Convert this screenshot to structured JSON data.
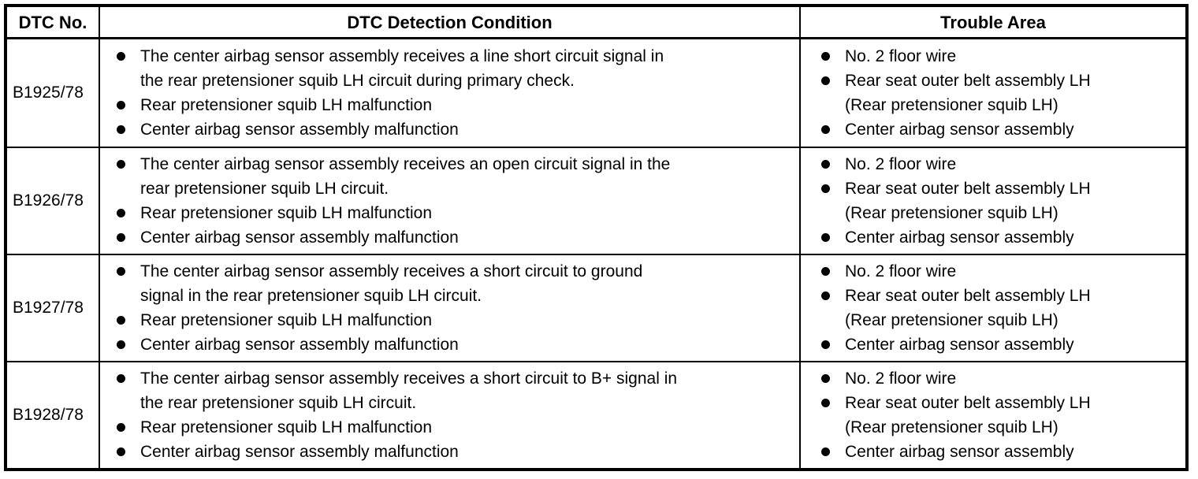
{
  "page": {
    "background": "#ffffff",
    "text_color": "#000000",
    "border_color": "#000000"
  },
  "table": {
    "headers": [
      "DTC No.",
      "DTC Detection Condition",
      "Trouble Area"
    ],
    "rows": [
      {
        "dtc_no": "B1925/78",
        "detection_conditions": [
          "The center airbag sensor assembly receives a line short circuit signal in\nthe rear pretensioner squib LH circuit during primary check.",
          "Rear pretensioner squib LH malfunction",
          "Center airbag sensor assembly malfunction"
        ],
        "trouble_areas": [
          "No. 2 floor wire",
          "Rear seat outer belt assembly LH\n(Rear pretensioner squib LH)",
          "Center airbag sensor assembly"
        ]
      },
      {
        "dtc_no": "B1926/78",
        "detection_conditions": [
          "The center airbag sensor assembly receives an open circuit signal in the\nrear pretensioner squib LH circuit.",
          "Rear pretensioner squib LH malfunction",
          "Center airbag sensor assembly malfunction"
        ],
        "trouble_areas": [
          "No. 2 floor wire",
          "Rear seat outer belt assembly LH\n(Rear pretensioner squib LH)",
          "Center airbag sensor assembly"
        ]
      },
      {
        "dtc_no": "B1927/78",
        "detection_conditions": [
          "The center airbag sensor assembly receives a short circuit to ground\nsignal in the rear pretensioner squib LH circuit.",
          "Rear pretensioner squib LH malfunction",
          "Center airbag sensor assembly malfunction"
        ],
        "trouble_areas": [
          "No. 2 floor wire",
          "Rear seat outer belt assembly LH\n(Rear pretensioner squib LH)",
          "Center airbag sensor assembly"
        ]
      },
      {
        "dtc_no": "B1928/78",
        "detection_conditions": [
          "The center airbag sensor assembly receives a short circuit to B+ signal in\nthe rear pretensioner squib LH circuit.",
          "Rear pretensioner squib LH malfunction",
          "Center airbag sensor assembly malfunction"
        ],
        "trouble_areas": [
          "No. 2 floor wire",
          "Rear seat outer belt assembly LH\n(Rear pretensioner squib LH)",
          "Center airbag sensor assembly"
        ]
      }
    ]
  }
}
